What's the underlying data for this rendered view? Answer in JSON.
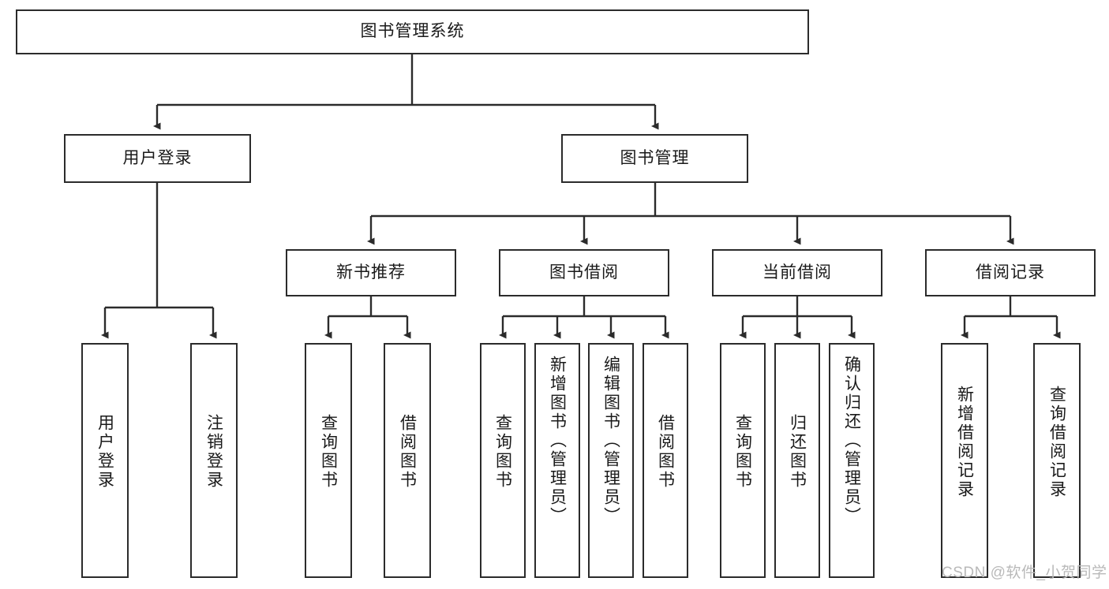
{
  "diagram": {
    "type": "tree",
    "title": "图书管理系统",
    "root": {
      "id": "root",
      "label": "图书管理系统",
      "orientation": "horizontal"
    },
    "level1": [
      {
        "id": "user-login",
        "label": "用户登录",
        "orientation": "horizontal"
      },
      {
        "id": "book-management",
        "label": "图书管理",
        "orientation": "horizontal"
      }
    ],
    "level2": [
      {
        "id": "new-book-recommend",
        "label": "新书推荐",
        "orientation": "horizontal",
        "parent": "book-management"
      },
      {
        "id": "book-borrow",
        "label": "图书借阅",
        "orientation": "horizontal",
        "parent": "book-management"
      },
      {
        "id": "current-borrow",
        "label": "当前借阅",
        "orientation": "horizontal",
        "parent": "book-management"
      },
      {
        "id": "borrow-record",
        "label": "借阅记录",
        "orientation": "horizontal",
        "parent": "book-management"
      }
    ],
    "leaves": [
      {
        "id": "leaf-user-login",
        "label": "用户登录",
        "orientation": "vertical",
        "parent": "user-login"
      },
      {
        "id": "leaf-user-logout",
        "label": "注销登录",
        "orientation": "vertical",
        "parent": "user-login"
      },
      {
        "id": "leaf-query-book-1",
        "label": "查询图书",
        "orientation": "vertical",
        "parent": "new-book-recommend"
      },
      {
        "id": "leaf-borrow-book-1",
        "label": "借阅图书",
        "orientation": "vertical",
        "parent": "new-book-recommend"
      },
      {
        "id": "leaf-query-book-2",
        "label": "查询图书",
        "orientation": "vertical",
        "parent": "book-borrow"
      },
      {
        "id": "leaf-add-book",
        "label": "新增图书（管理员）",
        "orientation": "vertical",
        "parent": "book-borrow"
      },
      {
        "id": "leaf-edit-book",
        "label": "编辑图书（管理员）",
        "orientation": "vertical",
        "parent": "book-borrow"
      },
      {
        "id": "leaf-borrow-book-2",
        "label": "借阅图书",
        "orientation": "vertical",
        "parent": "book-borrow"
      },
      {
        "id": "leaf-query-book-3",
        "label": "查询图书",
        "orientation": "vertical",
        "parent": "current-borrow"
      },
      {
        "id": "leaf-return-book",
        "label": "归还图书",
        "orientation": "vertical",
        "parent": "current-borrow"
      },
      {
        "id": "leaf-confirm-return",
        "label": "确认归还（管理员）",
        "orientation": "vertical",
        "parent": "current-borrow"
      },
      {
        "id": "leaf-add-record",
        "label": "新增借阅记录",
        "orientation": "vertical",
        "parent": "borrow-record"
      },
      {
        "id": "leaf-query-record",
        "label": "查询借阅记录",
        "orientation": "vertical",
        "parent": "borrow-record"
      }
    ]
  },
  "watermark": {
    "text": "CSDN @软件_小贺同学"
  },
  "colors": {
    "border": "#2b2b2b",
    "background": "#ffffff",
    "text": "#1a1a1a",
    "watermark": "#b9b9b9",
    "connector": "#2b2b2b"
  }
}
